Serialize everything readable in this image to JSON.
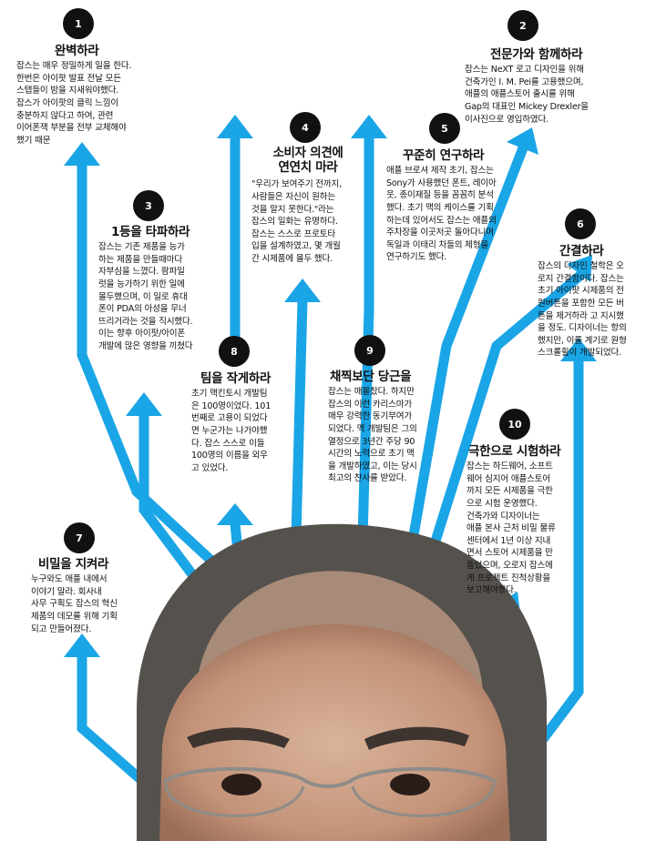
{
  "colors": {
    "arrow": "#1aa5e6",
    "badge": "#111111",
    "hair": "#55524e",
    "skin": "#c69b82"
  },
  "tips": [
    {
      "num": "1",
      "title": "완벽하라",
      "lines": [
        "잡스는 매우 정밀하게 일을 한다.",
        "한번은 아이팟 발표 전날 모든",
        "스탭들이 밤을 지새워야했다.",
        "잡스가 아이팟의 클릭 느낌이",
        "충분하지 않다고 하여, 관련",
        "이어폰잭 부분을 전부 교체해야",
        "했기 때문"
      ]
    },
    {
      "num": "2",
      "title": "전문가와 함께하라",
      "lines": [
        "잡스는 NeXT 로고 디자인을 위해",
        "건축가인 I. M. Pei를 고용했으며,",
        "애플의 애플스토어 출시를 위해",
        "Gap의 대표인 Mickey Drexler을",
        "이사진으로 영입하였다."
      ]
    },
    {
      "num": "3",
      "title": "1등을 타파하라",
      "lines": [
        "잡스는 기존 제품을 능가",
        "하는 제품을 만들때마다",
        "자부심을 느꼈다. 팜파일",
        "럿을 능가하기 위한 일에",
        "몰두했으며, 이 일로 휴대",
        "폰이 PDA의 아성을 무너",
        "뜨리거라는 것을 직시했다.",
        "이는 향후 아이팟/아이폰",
        "개발에 많은 영향을 끼쳤다"
      ]
    },
    {
      "num": "4",
      "title": "소비자 의견에 연연치 마라",
      "title_lines": [
        "소비자 의견에",
        "연연치 마라"
      ],
      "lines": [
        "\"우리가 보여주기 전까지,",
        "사람들은 자신이 원하는",
        "것을 알지 못한다.\"라는",
        "잡스의 일화는 유명하다.",
        "잡스는 스스로 프로토타",
        "입을 설계하였고, 몇 개월",
        "간 시제품에 몰두 했다."
      ]
    },
    {
      "num": "5",
      "title": "꾸준히 연구하라",
      "lines": [
        "애플 브로셔 제작 초기, 잡스는",
        "Sony가 사용했던 폰트, 레이아",
        "웃, 종이재질 등을 꼼꼼히 분석",
        "했다. 초기 맥의 케이스를 기획",
        "하는데 있어서도 잡스는 애플의",
        "주차장을 이곳저곳 돌아다니며",
        "독일과 이태리 차들의 체형을",
        "연구하기도 했다."
      ]
    },
    {
      "num": "6",
      "title": "간결하라",
      "lines": [
        "잡스의 디자인 철학은 오",
        "로지 간결함이다. 잡스는",
        "초기 아이팟 시제품의 전",
        "원버튼을 포함한 모든 버",
        "튼을 제거하라 고 지시했",
        "을 정도. 디자이너는 항의",
        "했지만, 이를 계기로 원형",
        "스크롤휠이 개발되었다."
      ]
    },
    {
      "num": "7",
      "title": "비밀을 지켜라",
      "lines": [
        "누구와도 애플 내에서",
        "이야기 말라. 회사내",
        "사무 구획도 잡스의 혁신",
        "제품의 데모를 위해 기획",
        "되고 만들어졌다."
      ]
    },
    {
      "num": "8",
      "title": "팀을 작게하라",
      "lines": [
        "초기 맥킨토시 개발팀",
        "은 100명이었다. 101",
        "번째로 고용이 되었다",
        "면 누군가는 나가야했",
        "다. 잡스 스스로 이들",
        "100명의 이름을 외우",
        "고 있었다."
      ]
    },
    {
      "num": "9",
      "title": "채찍보단 당근을",
      "lines": [
        "잡스는 매몰찼다. 하지만",
        "잡스의 이런 카리스마가",
        "매우 강력한 동기부여가",
        "되었다. 맥 개발팀은 그의",
        "열정으로 3년간 주당 90",
        "시간의 노력으로 초기 맥",
        "을 개발하였고, 이는 당시",
        "최고의 찬사를 받았다."
      ]
    },
    {
      "num": "10",
      "title": "극한으로 시험하라",
      "lines": [
        "잡스는 하드웨어, 소프트",
        "웨어 심지어 애플스토어",
        "까지 모든 시제품을 극한",
        "으로 시험 운영했다.",
        "건축가와 디자이너는",
        "애플 본사 근처 비밀 물류",
        "센터에서 1년 이상 지내",
        "면서 스토어 시제품을 만",
        "들었으며, 오로지 잡스에",
        "게 프로젝트 진척상황을",
        "보고해야했다."
      ]
    }
  ]
}
